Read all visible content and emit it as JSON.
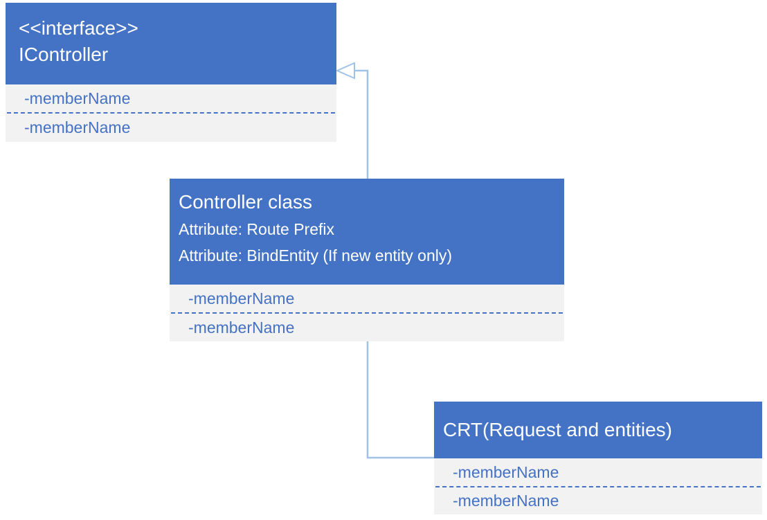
{
  "diagram": {
    "type": "uml-class-diagram",
    "colors": {
      "header_fill": "#4472C4",
      "header_text": "#FFFFFF",
      "body_fill": "#F2F2F2",
      "member_text": "#4472C4",
      "separator": "#4472C4",
      "connector": "#9FC2E7",
      "arrowhead_fill": "#FFFFFF",
      "background": "#FFFFFF"
    },
    "classes": [
      {
        "stereotype": "<<interface>>",
        "name": "IController",
        "members": [
          "-memberName",
          "-memberName"
        ]
      },
      {
        "name": "Controller class",
        "attributes": [
          "Attribute: Route Prefix",
          "Attribute: BindEntity (If new entity only)"
        ],
        "members": [
          "-memberName",
          "-memberName"
        ]
      },
      {
        "name": "CRT(Request and entities)",
        "members": [
          "-memberName",
          "-memberName"
        ]
      }
    ],
    "connectors": [
      {
        "type": "realization",
        "from": "Controller class",
        "to": "IController",
        "arrowhead": "hollow-triangle"
      },
      {
        "type": "elbow-line",
        "from": "Controller class",
        "to": "CRT(Request and entities)",
        "arrowhead": "none"
      }
    ]
  }
}
